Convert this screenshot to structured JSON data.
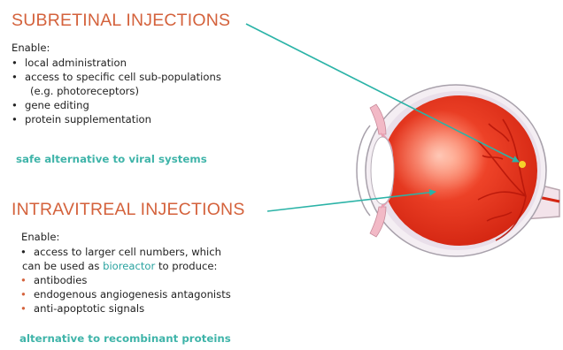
{
  "subretinal": {
    "heading": "SUBRETINAL INJECTIONS",
    "enable": "Enable:",
    "items": [
      "local administration",
      "access to specific cell sub-populations",
      "(e.g. photoreceptors)",
      "gene editing",
      "protein supplementation"
    ],
    "highlight": "safe alternative to viral systems"
  },
  "intravitreal": {
    "heading": "INTRAVITREAL INJECTIONS",
    "enable": "Enable:",
    "access_line1": "access to larger cell numbers, which",
    "access_line2_pre": "can be used as",
    "access_line2_highlight": "bioreactor",
    "access_line2_post": "to produce:",
    "items": [
      "antibodies",
      "endogenous angiogenesis antagonists",
      "anti-apoptotic signals"
    ],
    "highlight": "alternative to recombinant proteins"
  },
  "colors": {
    "heading": "#d4623c",
    "teal": "#3fb4a9",
    "eye_red": "#e8321c",
    "arrow": "#2bb3a7"
  }
}
